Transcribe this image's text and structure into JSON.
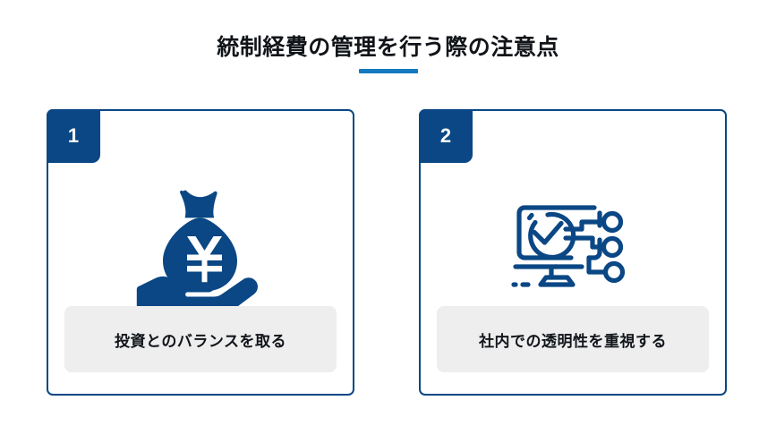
{
  "page": {
    "title": "統制経費の管理を行う際の注意点",
    "background_color": "#ffffff"
  },
  "theme": {
    "navy": "#0a4784",
    "accent_blue": "#1479c0",
    "label_background": "#eeeeee",
    "text_dark": "#111418"
  },
  "cards": [
    {
      "number": "1",
      "icon": "money-bag-on-hand-icon",
      "label": "投資とのバランスを取る"
    },
    {
      "number": "2",
      "icon": "monitor-checkmark-network-icon",
      "label": "社内での透明性を重視する"
    }
  ]
}
